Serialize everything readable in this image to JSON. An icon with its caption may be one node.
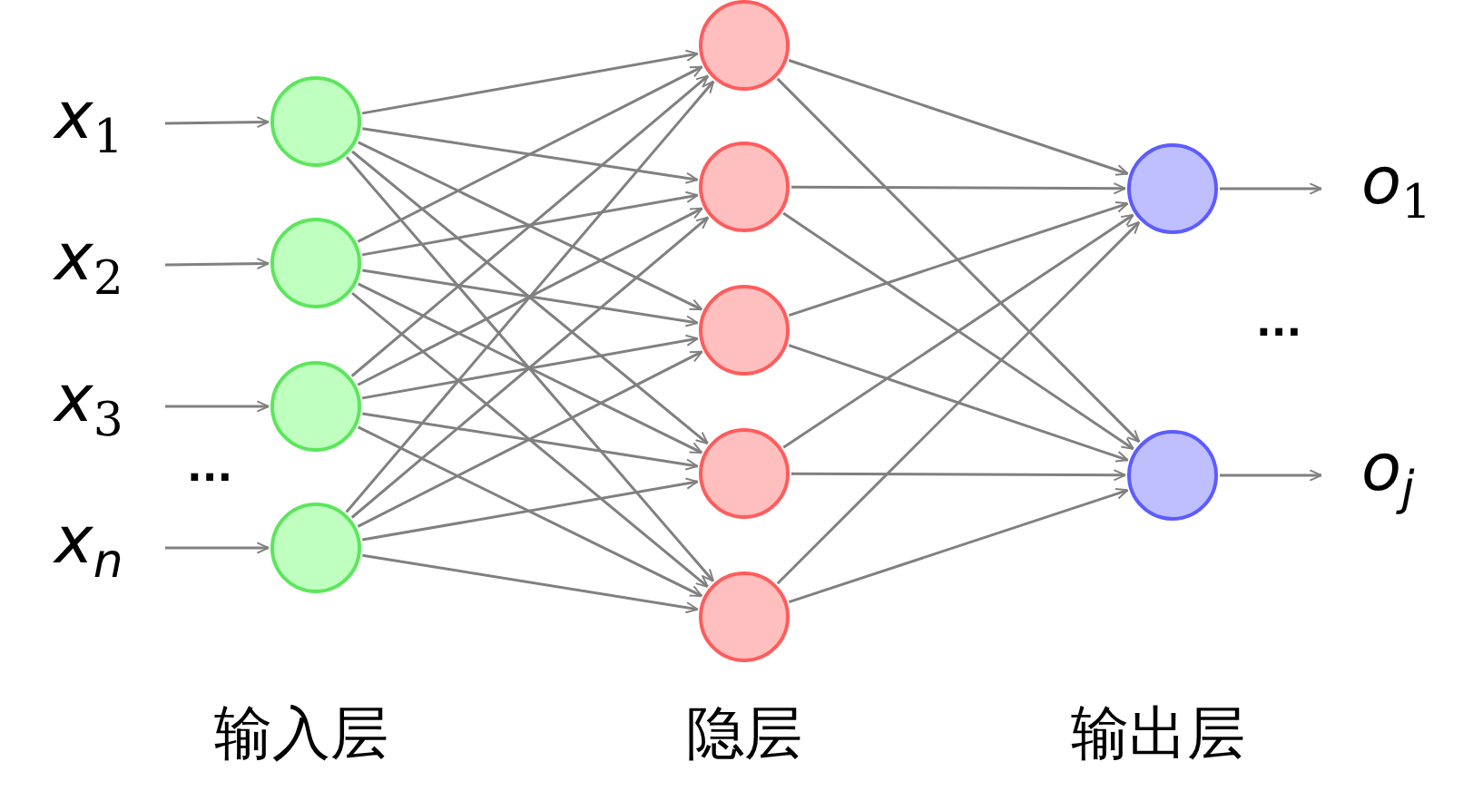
{
  "diagram": {
    "nodes": [
      {
        "text": [
          "x$_{1}$"
        ]
      },
      {
        "text": [
          "x$_{2}$"
        ]
      },
      {
        "text": [
          "x$_{3}$"
        ]
      },
      {
        "text": [
          "x$_{n}$"
        ]
      },
      {
        "text": [],
        "shape": "circle"
      },
      {
        "text": [],
        "shape": "circle"
      },
      {
        "text": [],
        "shape": "circle"
      },
      {
        "text": [],
        "shape": "circle"
      },
      {
        "text": [],
        "shape": "circle"
      },
      {
        "text": [],
        "shape": "circle"
      },
      {
        "text": [],
        "shape": "circle"
      },
      {
        "text": [],
        "shape": "circle"
      },
      {
        "text": [],
        "shape": "circle"
      },
      {
        "text": [],
        "shape": "circle"
      },
      {
        "text": [],
        "shape": "circle"
      },
      {
        "text": [
          "o$_{1}$"
        ]
      },
      {
        "text": [
          "o$_{j}$"
        ]
      }
    ],
    "edges": [
      {
        "from": 0,
        "to": 4,
        "arrow": "to"
      },
      {
        "from": 1,
        "to": 5,
        "arrow": "to"
      },
      {
        "from": 2,
        "to": 6,
        "arrow": "to"
      },
      {
        "from": 3,
        "to": 7,
        "arrow": "to"
      },
      {
        "from": 4,
        "to": 8,
        "arrow": "to"
      },
      {
        "from": 4,
        "to": 9,
        "arrow": "to"
      },
      {
        "from": 4,
        "to": 10,
        "arrow": "to"
      },
      {
        "from": 4,
        "to": 11,
        "arrow": "to"
      },
      {
        "from": 4,
        "to": 12,
        "arrow": "to"
      },
      {
        "from": 5,
        "to": 8,
        "arrow": "to"
      },
      {
        "from": 5,
        "to": 9,
        "arrow": "to"
      },
      {
        "from": 5,
        "to": 10,
        "arrow": "to"
      },
      {
        "from": 5,
        "to": 11,
        "arrow": "to"
      },
      {
        "from": 5,
        "to": 12,
        "arrow": "to"
      },
      {
        "from": 6,
        "to": 8,
        "arrow": "to"
      },
      {
        "from": 6,
        "to": 9,
        "arrow": "to"
      },
      {
        "from": 6,
        "to": 10,
        "arrow": "to"
      },
      {
        "from": 6,
        "to": 11,
        "arrow": "to"
      },
      {
        "from": 6,
        "to": 12,
        "arrow": "to"
      },
      {
        "from": 7,
        "to": 8,
        "arrow": "to"
      },
      {
        "from": 7,
        "to": 9,
        "arrow": "to"
      },
      {
        "from": 7,
        "to": 10,
        "arrow": "to"
      },
      {
        "from": 7,
        "to": 11,
        "arrow": "to"
      },
      {
        "from": 7,
        "to": 12,
        "arrow": "to"
      },
      {
        "from": 8,
        "to": 13,
        "arrow": "to"
      },
      {
        "from": 8,
        "to": 14,
        "arrow": "to"
      },
      {
        "from": 9,
        "to": 13,
        "arrow": "to"
      },
      {
        "from": 9,
        "to": 14,
        "arrow": "to"
      },
      {
        "from": 10,
        "to": 13,
        "arrow": "to"
      },
      {
        "from": 10,
        "to": 14,
        "arrow": "to"
      },
      {
        "from": 11,
        "to": 13,
        "arrow": "to"
      },
      {
        "from": 11,
        "to": 14,
        "arrow": "to"
      },
      {
        "from": 12,
        "to": 13,
        "arrow": "to"
      },
      {
        "from": 12,
        "to": 14,
        "arrow": "to"
      },
      {
        "from": 13,
        "to": 15,
        "arrow": "to"
      },
      {
        "from": 14,
        "to": 16,
        "arrow": "to"
      }
    ],
    "labels": [
      "...",
      "...",
      "输入层",
      "隐层",
      "输出层"
    ]
  }
}
